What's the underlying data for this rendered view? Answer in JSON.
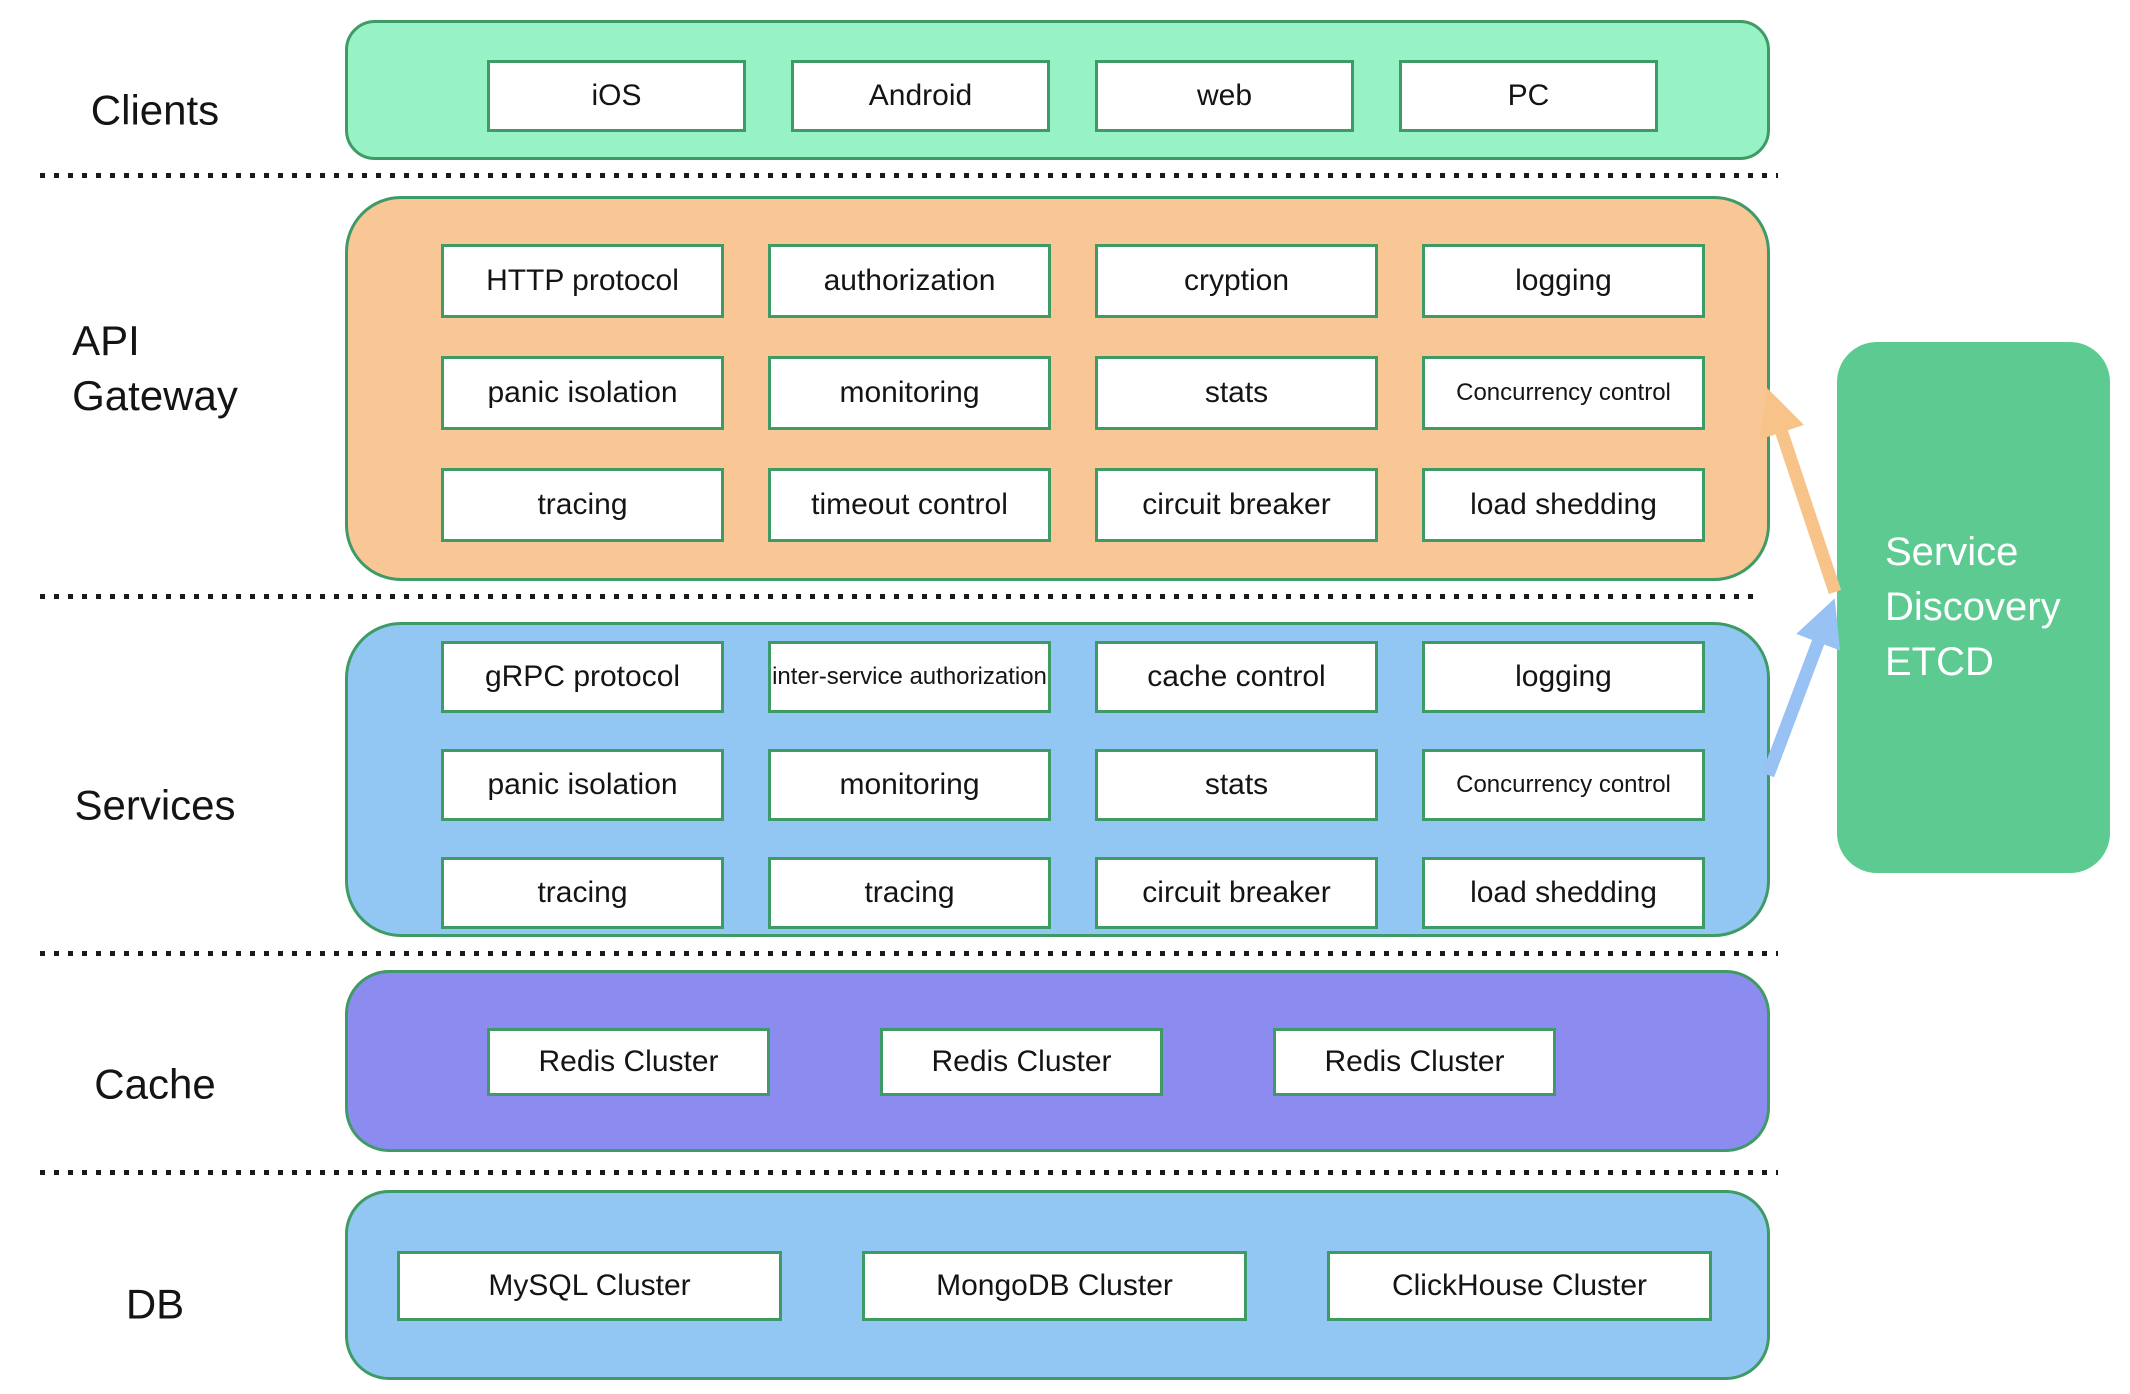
{
  "layers": {
    "clients": {
      "label": "Clients",
      "items": [
        "iOS",
        "Android",
        "web",
        "PC"
      ]
    },
    "api_gateway": {
      "label": "API\nGateway",
      "items": [
        "HTTP protocol",
        "authorization",
        "cryption",
        "logging",
        "panic isolation",
        "monitoring",
        "stats",
        "Concurrency control",
        "tracing",
        "timeout control",
        "circuit breaker",
        "load shedding"
      ]
    },
    "services": {
      "label": "Services",
      "items": [
        "gRPC protocol",
        "inter-service authorization",
        "cache control",
        "logging",
        "panic isolation",
        "monitoring",
        "stats",
        "Concurrency control",
        "tracing",
        "tracing",
        "circuit breaker",
        "load shedding"
      ]
    },
    "cache": {
      "label": "Cache",
      "items": [
        "Redis Cluster",
        "Redis Cluster",
        "Redis Cluster"
      ]
    },
    "db": {
      "label": "DB",
      "items": [
        "MySQL Cluster",
        "MongoDB Cluster",
        "ClickHouse Cluster"
      ]
    }
  },
  "side_box": {
    "label": "Service\nDiscovery\nETCD"
  },
  "colors": {
    "clients_fill": "#97f2c5",
    "api_gateway_fill": "#f8c795",
    "services_fill": "#92c7f3",
    "cache_fill": "#8c8bef",
    "db_fill": "#92c7f3",
    "band_border": "#3f9b66",
    "side_box_fill": "#5cca91",
    "arrow_to_etcd_from_gateway": "#f7c389",
    "arrow_to_etcd_from_services": "#97c2f3"
  }
}
